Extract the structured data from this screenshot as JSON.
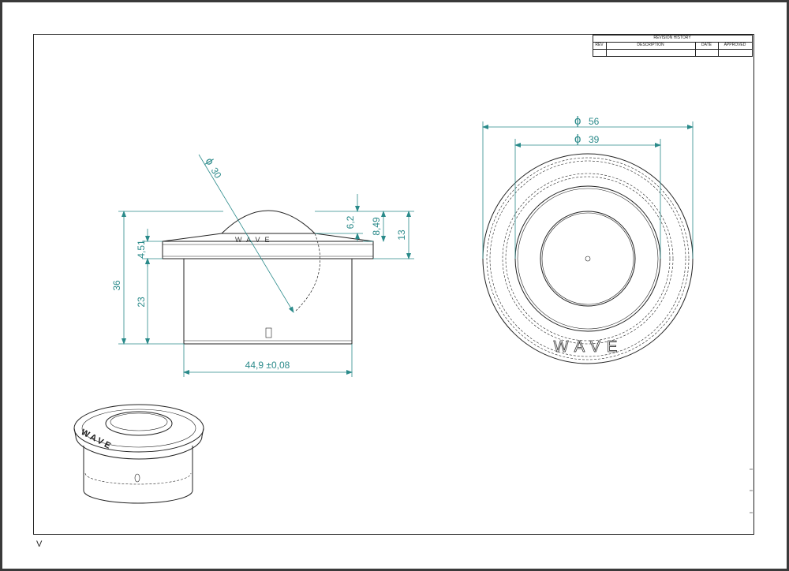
{
  "revision_table": {
    "title": "REVISION HISTORY",
    "columns": [
      "REV",
      "DESCRIPTION",
      "DATE",
      "APPROVED"
    ]
  },
  "dimensions": {
    "outer_diameter": "56",
    "inner_diameter": "39",
    "ball_diameter": "30",
    "ball_protrusion": "6,2",
    "flange_top_height": "8,49",
    "top_height": "13",
    "total_height": "36",
    "flange_thickness": "4,51",
    "body_height": "23",
    "body_width": "44,9 ±0,08",
    "diameter_symbol": "ϕ"
  },
  "brand_mark": "WAVE",
  "sheet_mark": "V",
  "colors": {
    "dimension": "#2a8a8a",
    "outline": "#222222"
  }
}
